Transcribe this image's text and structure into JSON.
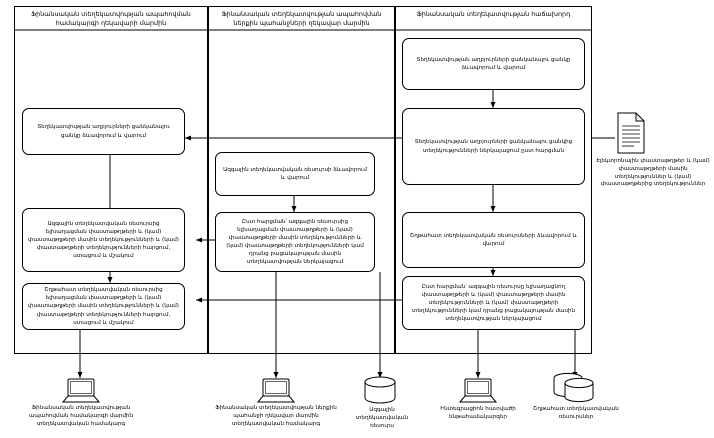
{
  "diagram": {
    "type": "flowchart-swimlane",
    "lanes": [
      {
        "title": "Ֆինանսական տեղեկատվության ապահովման համակարգի ղեկավարի մարմին"
      },
      {
        "title": "Ֆինանսական տեղեկատվության ապահովման ներքին պահանջների ղեկավար մարմին"
      },
      {
        "title": "Ֆինանսական տեղեկատվության հաճախորդ"
      }
    ],
    "boxes": [
      {
        "id": "b1",
        "text": "Տեղեկատվության աղբյուրների ցանկանալու ցանկը ձևավորում և վարում"
      },
      {
        "id": "b2",
        "text": "Ազգային տեղեկատվական ռեսուրսի ձևավորում և վարում"
      },
      {
        "id": "b3",
        "text": "Տեղեկատվության աղբյուրների ցանկանալու ցանկը ձևավորում և վարում"
      },
      {
        "id": "b4",
        "text": "Տեղեկատվության աղբյուրների ցանկանալու ցանկից տեղեկությունների ներկայացում ըստ հարցման"
      },
      {
        "id": "b5",
        "text": "Ազգային տեղեկատվական ռեսուրսից ելխաղացման փաստաթղթերի և (կամ) փաստաթղթերի մասին տեղեկությունների և (կամ) փաստաթղթերի տեղեկությունների հարցում, ստացում և մշակում"
      },
      {
        "id": "b6",
        "text": "Ըստ հարցման՝ ազգային ռեսուրսից ելխաղացման փաստաթղթերի և (կամ) փաստաթղթերի մասին տեղեկությունների և (կամ) փաստաթղթերի տեղեկությունների կամ դրանց բացակայության մասին տեղեկատվության ներկայացում"
      },
      {
        "id": "b7",
        "text": "Շղթահատ տեղեկատվական ռեսուրսների ձևավորում և վարում"
      },
      {
        "id": "b8",
        "text": "Շղթահատ տեղեկատվական ռեսուրսից ելխաղացման փաստաթղթերի և (կամ) փաստաթղթերի մասին տեղեկությունների և (կամ) փաստաթղթերի տեղեկությունների հարցում, ստացում և մշակում"
      },
      {
        "id": "b9",
        "text": "Ըստ հարցման՝ ազգային ռեսուրսը ելխաղացնող փաստաթղթերի և (կամ) փաստաթղթերի մասին տեղեկությունների և (կամ) փաստաթղթերի տեղեկությունների կամ դրանց բացակայության մասին տեղեկատվության ներկայացում"
      }
    ],
    "nodes": [
      {
        "id": "n1",
        "icon": "computer-icon",
        "label": "Ֆինանսական տեղեկատվության ապահովման համակարգի մարմին տեղեկատվական համակարգ"
      },
      {
        "id": "n2",
        "icon": "computer-icon",
        "label": "Ֆինանսական տեղեկատվության ներքին պահանջի ղեկավար մարմին տեղեկատվական համակարգ"
      },
      {
        "id": "n3",
        "icon": "database-icon",
        "label": "Ազգային տեղեկատվական ռեսուրս"
      },
      {
        "id": "n4",
        "icon": "computer-icon",
        "label": "Ինտեգրացիոն հատվածի ենթահամակարգեր"
      },
      {
        "id": "n5",
        "icon": "database-icon",
        "label": "Շղթահատ տեղեկատվական ռեսուրսներ"
      },
      {
        "id": "n6",
        "icon": "document-icon",
        "label": "Էլեկտրոնային փաստաթղթեր և (կամ) փաստաթղթերի մասին տեղեկություններ և (կամ) փաստաթղթերից տեղեկություններ"
      }
    ]
  }
}
